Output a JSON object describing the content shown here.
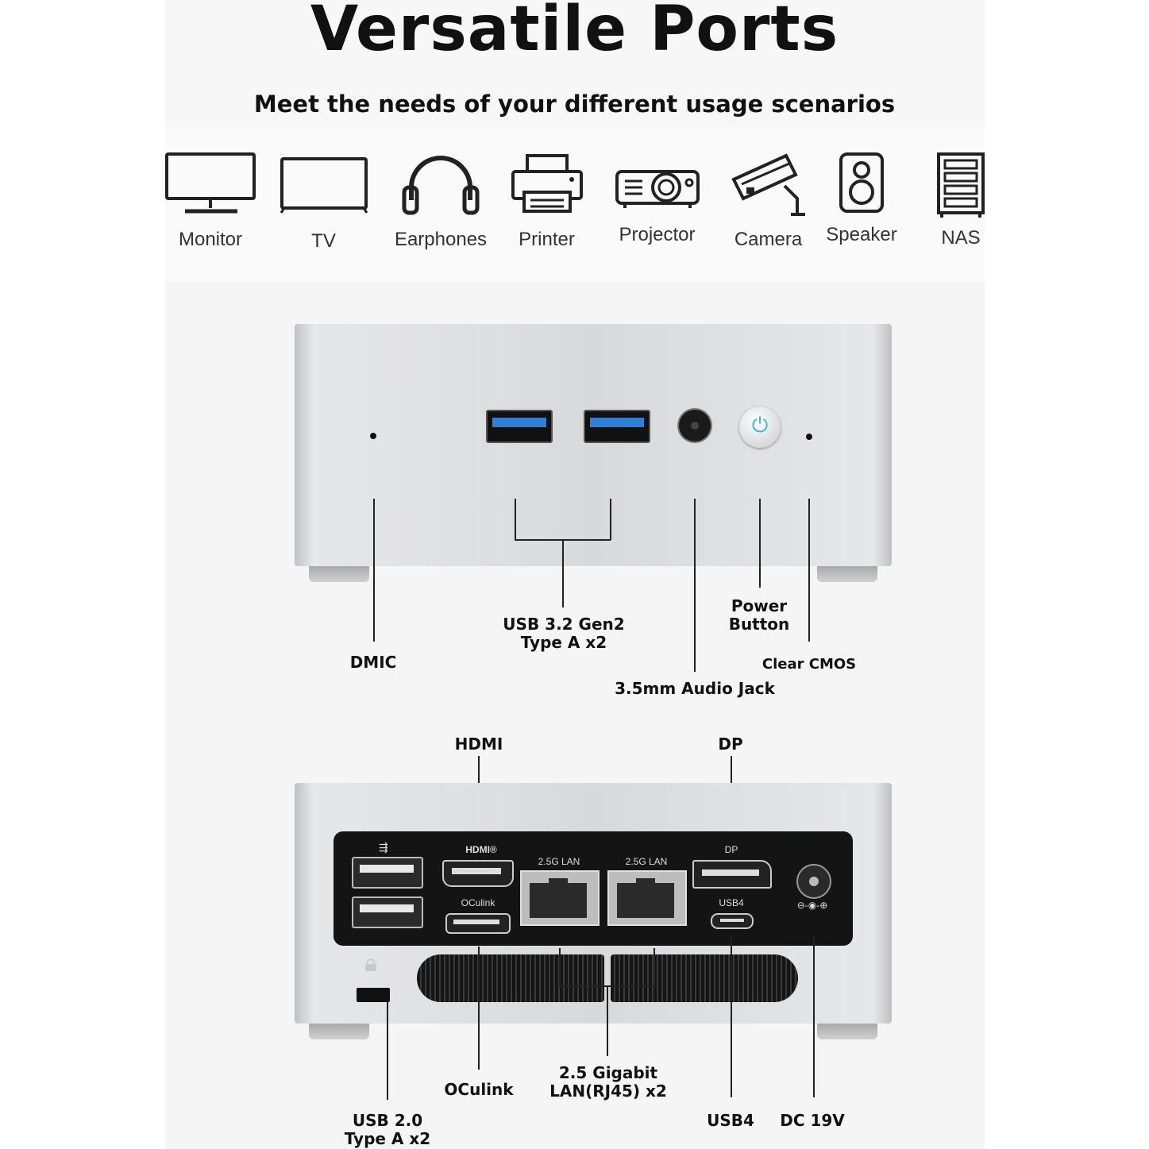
{
  "header": {
    "title": "Versatile Ports",
    "subtitle": "Meet the needs of your different usage scenarios"
  },
  "usage_scenarios": [
    {
      "label": "Monitor",
      "icon": "monitor-icon"
    },
    {
      "label": "TV",
      "icon": "tv-icon"
    },
    {
      "label": "Earphones",
      "icon": "headphones-icon"
    },
    {
      "label": "Printer",
      "icon": "printer-icon"
    },
    {
      "label": "Projector",
      "icon": "projector-icon"
    },
    {
      "label": "Camera",
      "icon": "security-camera-icon"
    },
    {
      "label": "Speaker",
      "icon": "speaker-icon"
    },
    {
      "label": "NAS",
      "icon": "nas-icon"
    }
  ],
  "front_panel": {
    "callouts": {
      "usb32": "USB 3.2 Gen2\nType A x2",
      "power": "Power\nButton",
      "dmic": "DMIC",
      "cmos": "Clear CMOS",
      "audio": "3.5mm Audio Jack"
    }
  },
  "rear_panel": {
    "port_labels": {
      "hdmi": "HDMI®",
      "oculink": "OCulink",
      "lan1": "2.5G LAN",
      "lan2": "2.5G LAN",
      "dp": "DP",
      "usb4": "USB4",
      "dc_polarity": "⊖-◉-⊕"
    },
    "callouts": {
      "hdmi": "HDMI",
      "dp": "DP",
      "oculink": "OCulink",
      "lan": "2.5 Gigabit\nLAN(RJ45) x2",
      "usb20": "USB 2.0\nType A x2",
      "usb4": "USB4",
      "dc": "DC 19V"
    }
  },
  "colors": {
    "chassis": "#d9dadc",
    "port_panel": "#141414",
    "usb3_blue": "#2f7fd6",
    "power_glow": "#3fb6e0"
  }
}
